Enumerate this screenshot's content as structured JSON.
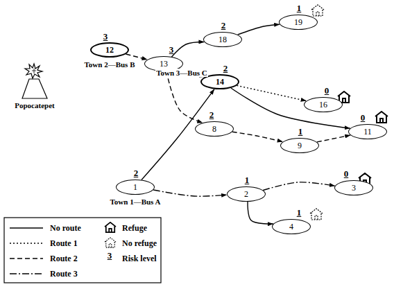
{
  "diagram": {
    "nodes": [
      {
        "text": [
          "19",
          "1"
        ]
      },
      {
        "text": [
          "18",
          "2"
        ]
      },
      {
        "text": [
          "12",
          "3"
        ]
      },
      {
        "text": [
          "13",
          "3"
        ]
      },
      {
        "text": [
          "14",
          "2"
        ]
      },
      {
        "text": [
          "16",
          "0"
        ]
      },
      {
        "text": [
          "8",
          "2"
        ]
      },
      {
        "text": [
          "11",
          "0"
        ]
      },
      {
        "text": [
          "9",
          "1"
        ]
      },
      {
        "text": [
          "2",
          "1"
        ]
      },
      {
        "text": [
          "1",
          "2"
        ]
      },
      {
        "text": [
          "3",
          "0"
        ]
      },
      {
        "text": [
          "4",
          "1"
        ]
      }
    ],
    "edges": [
      {
        "from": 2,
        "to": 3,
        "arrow": "to"
      },
      {
        "from": 3,
        "to": 1,
        "arrow": "to"
      },
      {
        "from": 1,
        "to": 0,
        "arrow": "to"
      },
      {
        "from": 3,
        "to": 4,
        "arrow": "to"
      },
      {
        "from": 4,
        "to": 5,
        "arrow": "to"
      },
      {
        "from": 4,
        "to": 7,
        "arrow": "to"
      },
      {
        "from": 3,
        "to": 6,
        "arrow": "to"
      },
      {
        "from": 6,
        "to": 8,
        "arrow": "to"
      },
      {
        "from": 8,
        "to": 7,
        "arrow": "to"
      },
      {
        "from": 10,
        "to": 4,
        "arrow": "to"
      },
      {
        "from": 10,
        "to": 9,
        "arrow": "to"
      },
      {
        "from": 9,
        "to": 11,
        "arrow": "to"
      },
      {
        "from": 9,
        "to": 12,
        "arrow": "to"
      }
    ],
    "labels": [
      "Town 2—Bus B",
      "Town 3—Bus C",
      "Town 1—Bus A",
      "Popocatepet",
      "3"
    ],
    "legend": [
      {
        "text": "No route"
      },
      {
        "text": "Refuge"
      },
      {
        "text": "Route 1"
      },
      {
        "text": "No refuge"
      },
      {
        "text": "Route 2"
      },
      {
        "text": "Risk level"
      },
      {
        "text": "Route 3"
      }
    ]
  }
}
